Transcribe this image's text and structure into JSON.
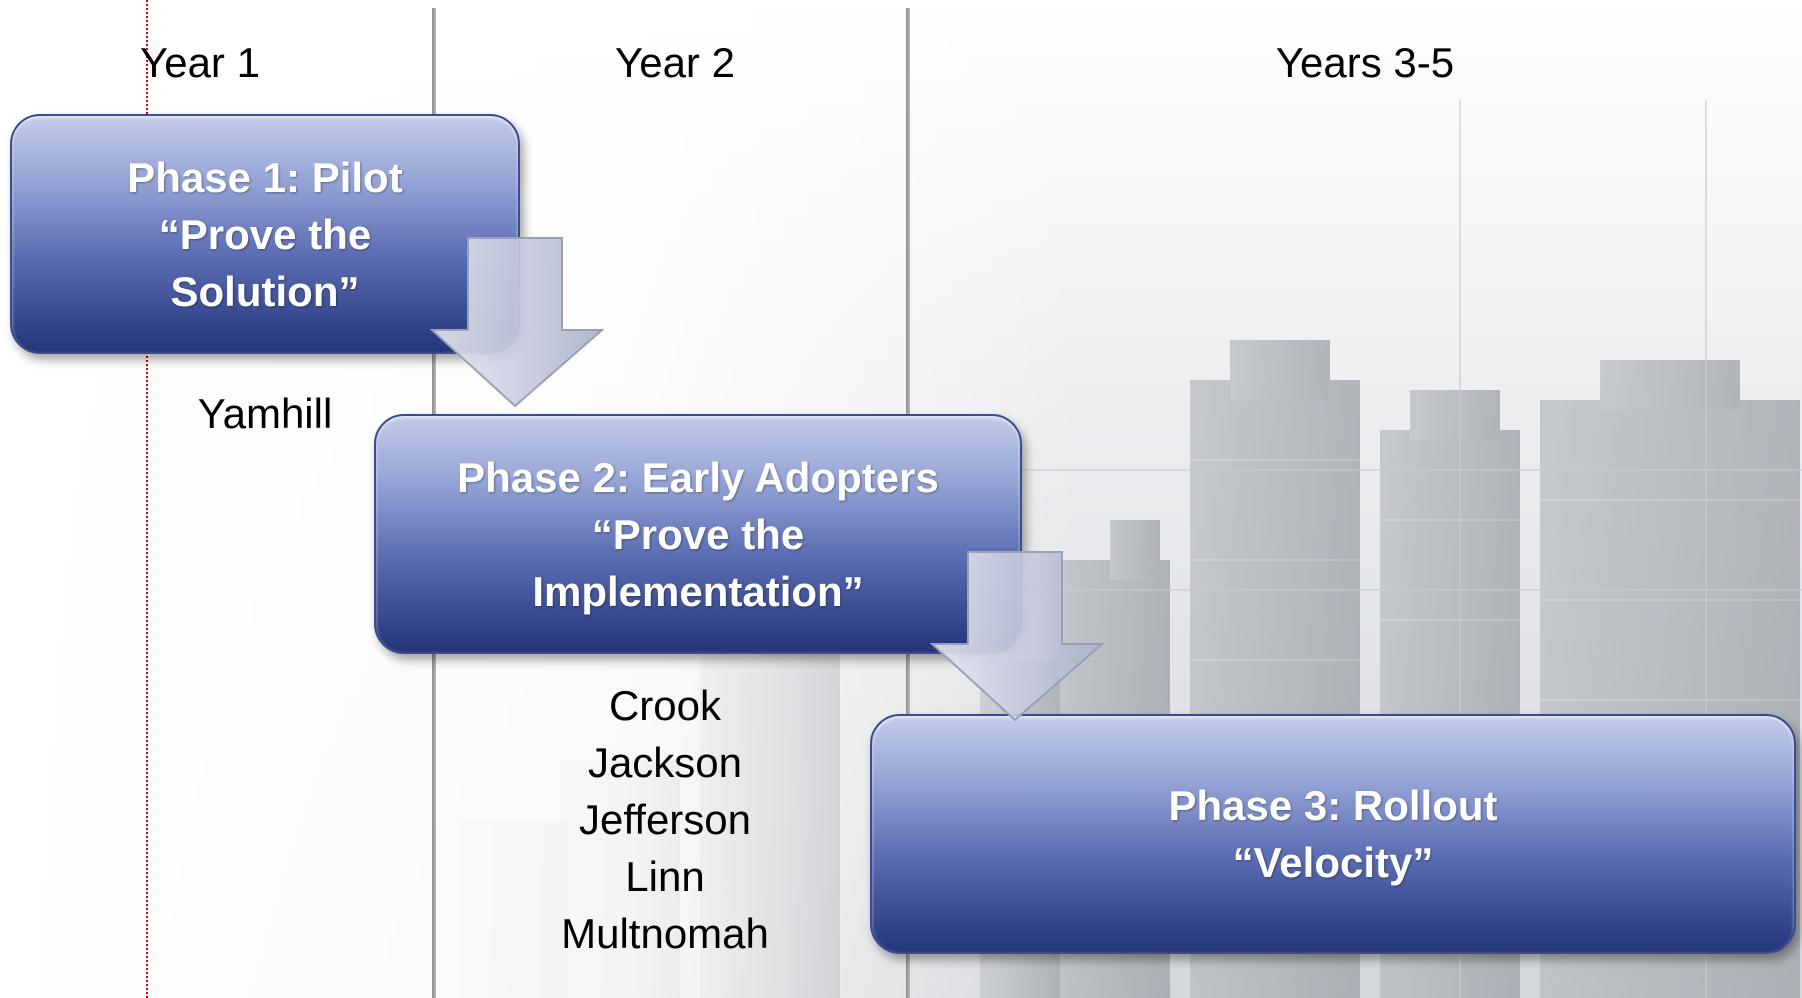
{
  "years": {
    "year1": "Year 1",
    "year2": "Year 2",
    "years3to5": "Years 3-5"
  },
  "phases": [
    {
      "line1": "Phase 1: Pilot",
      "line2": "“Prove the",
      "line3": "Solution”"
    },
    {
      "line1": "Phase 2: Early Adopters",
      "line2": "“Prove the",
      "line3": "Implementation”"
    },
    {
      "line1": "Phase 3: Rollout",
      "line2": "“Velocity”"
    }
  ],
  "counties": {
    "phase1": [
      "Yamhill"
    ],
    "phase2": [
      "Crook",
      "Jackson",
      "Jefferson",
      "Linn",
      "Multnomah"
    ]
  },
  "colors": {
    "phase_box_top": "#c3cbe8",
    "phase_box_bottom": "#24357a",
    "divider": "#8e8e8e",
    "dotted_margin": "#e00000",
    "arrow_fill": "#c9cde0"
  }
}
